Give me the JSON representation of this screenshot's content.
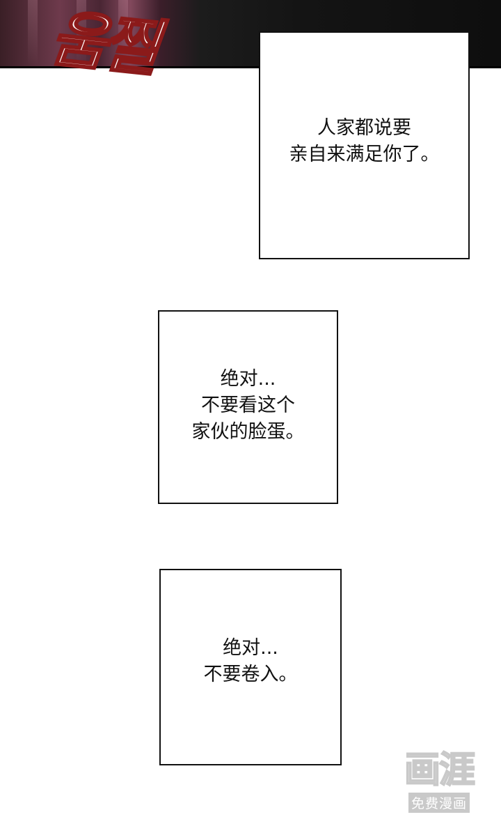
{
  "top_panel": {
    "sound_effect": "움찔"
  },
  "captions": [
    {
      "text": "人家都说要\n亲自来满足你了。"
    },
    {
      "text": "绝对...\n不要看这个\n家伙的脸蛋。"
    },
    {
      "text": "绝对...\n不要卷入。"
    }
  ],
  "watermark": {
    "logo": "画涯",
    "subtitle": "免费漫画"
  }
}
